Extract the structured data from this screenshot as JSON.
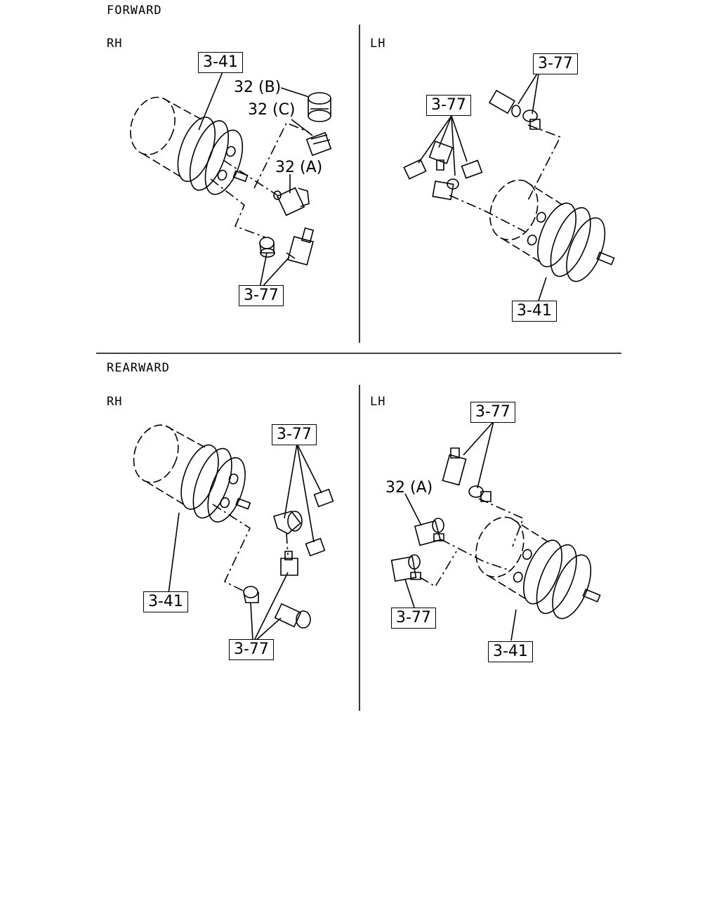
{
  "sections": {
    "forward": {
      "title": "FORWARD",
      "rh": {
        "side": "RH",
        "callouts": {
          "booster": "3-41",
          "part_b": "32 (B)",
          "part_c": "32 (C)",
          "part_a": "32 (A)",
          "fittings": "3-77"
        }
      },
      "lh": {
        "side": "LH",
        "callouts": {
          "fittings_top": "3-77",
          "fittings_left": "3-77",
          "booster": "3-41"
        }
      }
    },
    "rearward": {
      "title": "REARWARD",
      "rh": {
        "side": "RH",
        "callouts": {
          "fittings_top": "3-77",
          "booster": "3-41",
          "fittings_bottom": "3-77"
        }
      },
      "lh": {
        "side": "LH",
        "callouts": {
          "fittings_top": "3-77",
          "part_a": "32 (A)",
          "fittings_left": "3-77",
          "booster": "3-41"
        }
      }
    }
  }
}
